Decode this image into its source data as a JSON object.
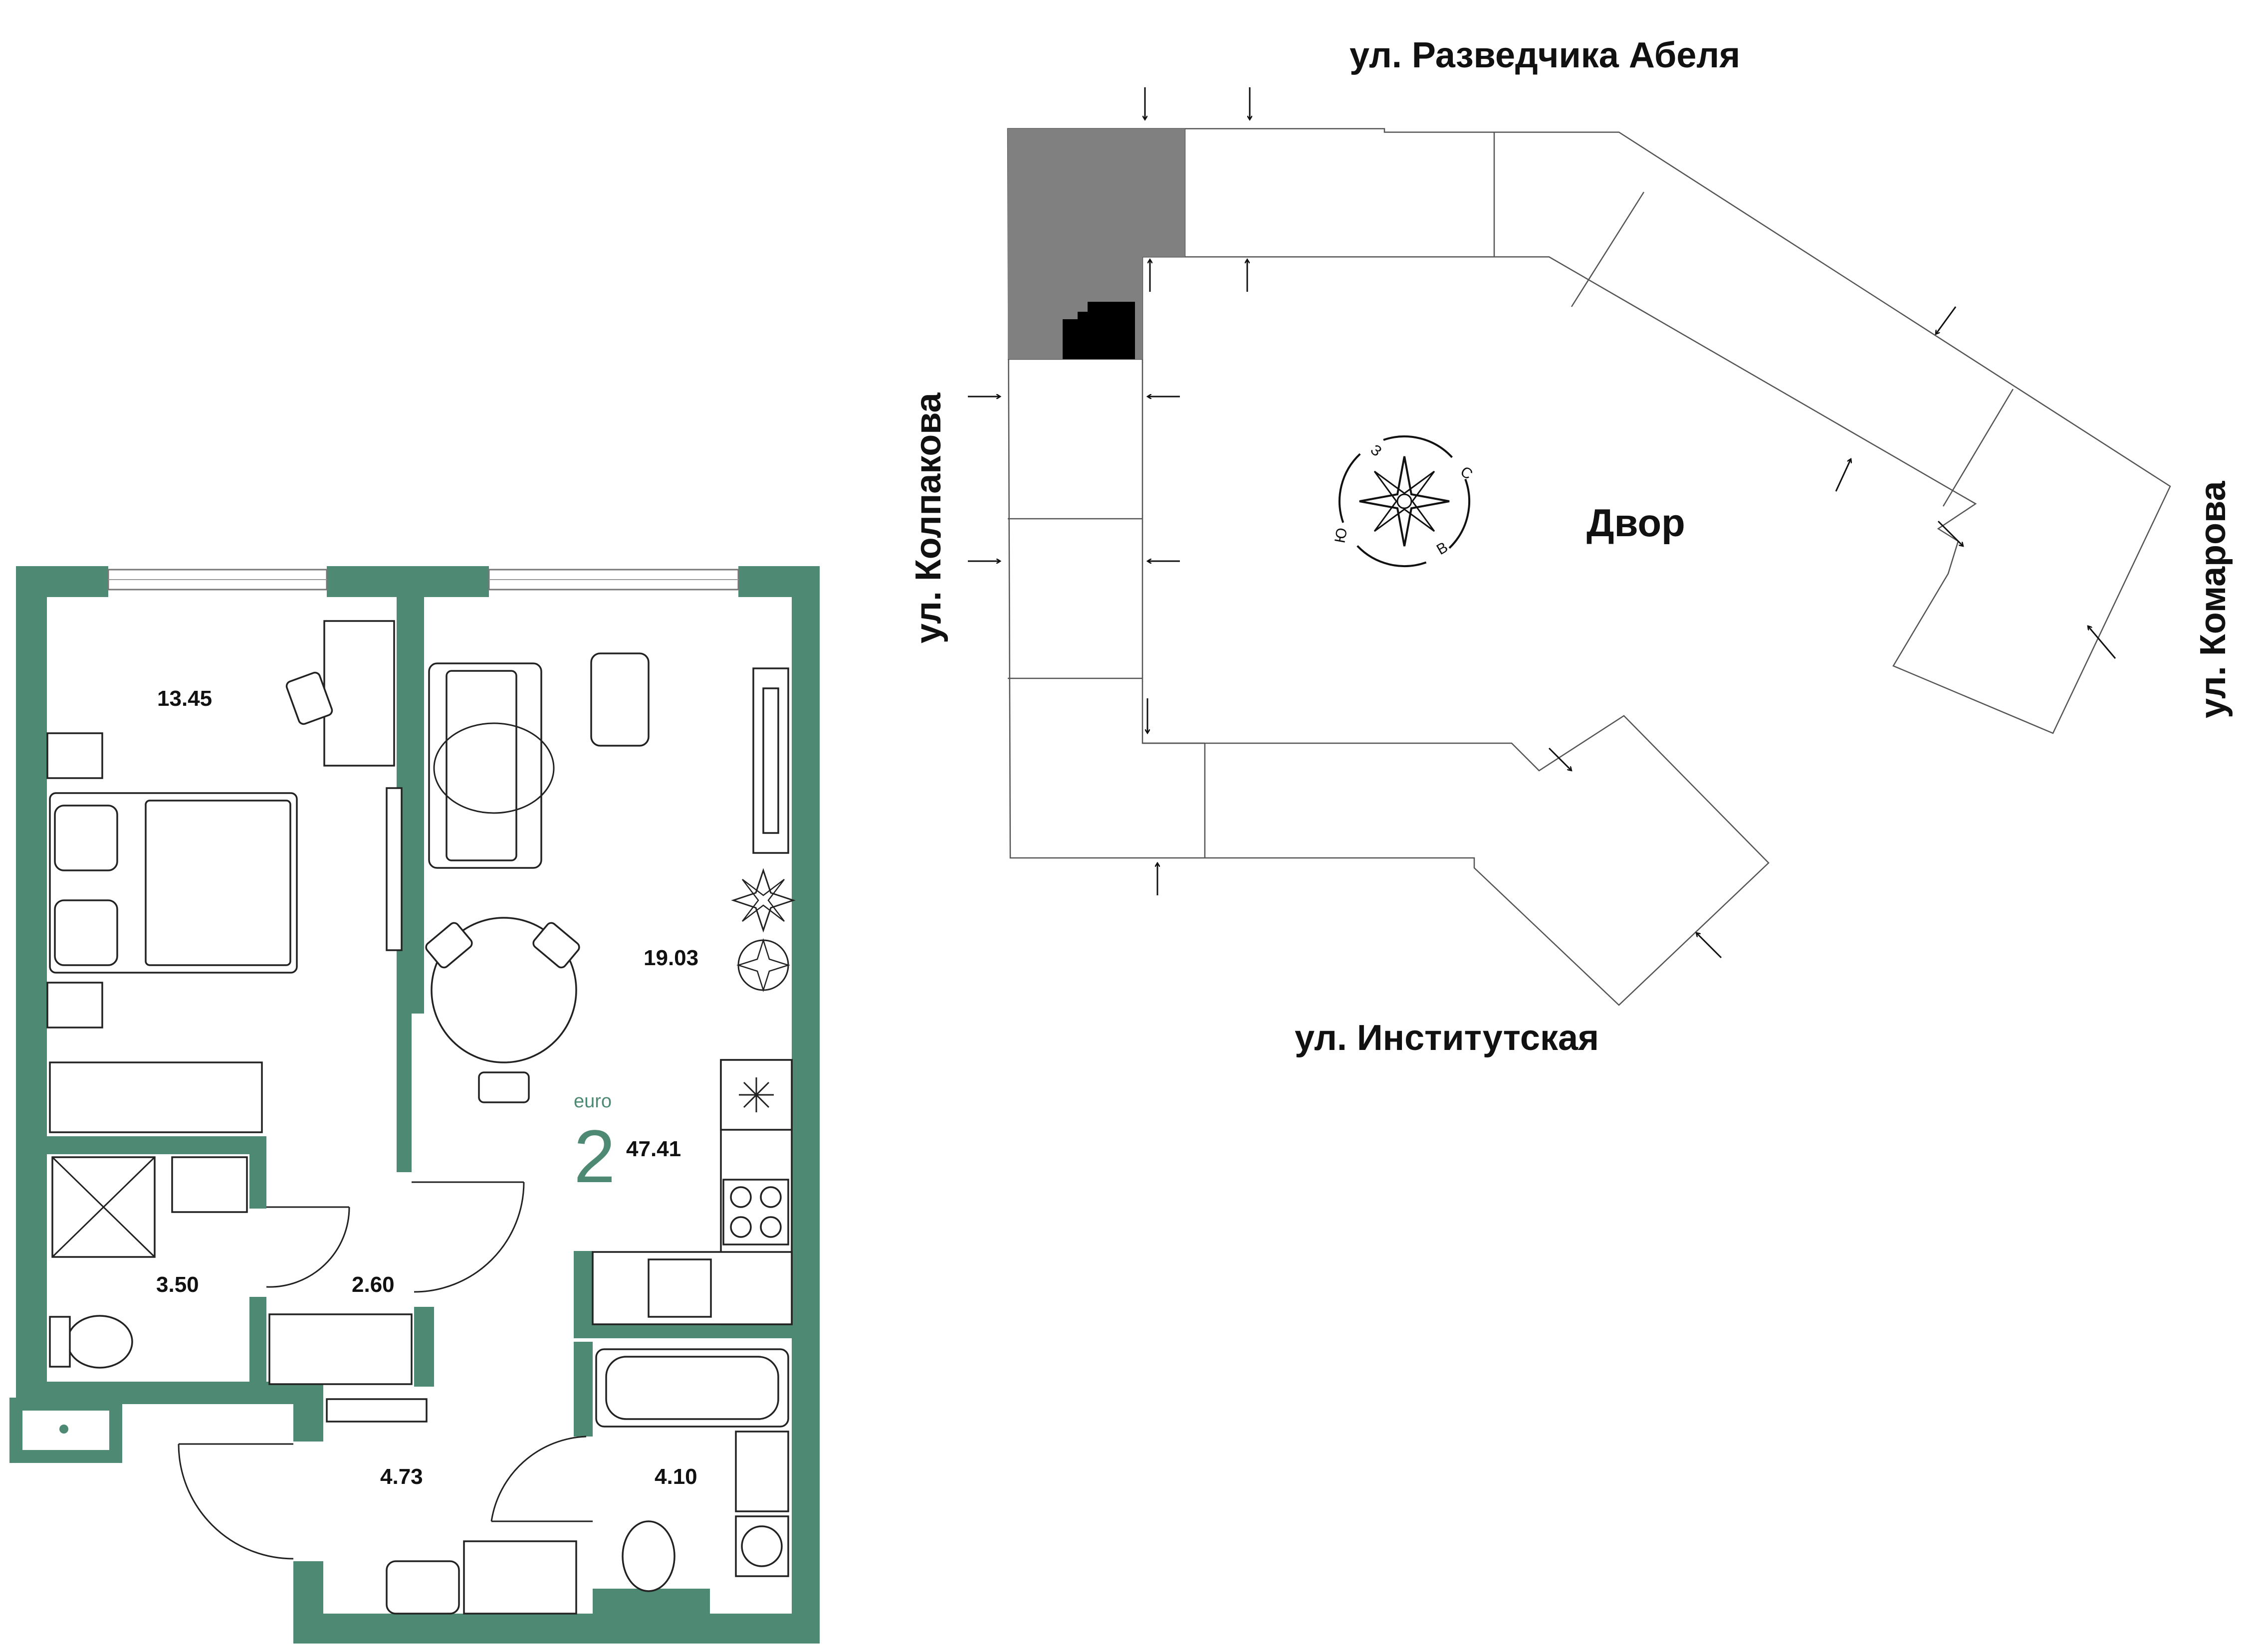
{
  "colors": {
    "wall": "#4e8a73",
    "accent_text": "#4e8a73",
    "section_selected": "#808080",
    "apartment_marker": "#000000",
    "outline": "#555555"
  },
  "apartment": {
    "type_label": "euro",
    "rooms": "2",
    "total_area": "47.41"
  },
  "rooms": [
    {
      "id": "bedroom",
      "area": "13.45"
    },
    {
      "id": "living-kitchen",
      "area": "19.03"
    },
    {
      "id": "shower-bath",
      "area": "3.50"
    },
    {
      "id": "wardrobe",
      "area": "2.60"
    },
    {
      "id": "hall",
      "area": "4.73"
    },
    {
      "id": "bathroom",
      "area": "4.10"
    }
  ],
  "site_plan": {
    "courtyard_label": "Двор",
    "streets": {
      "top": "ул. Разведчика Абеля",
      "left": "ул. Колпакова",
      "right": "ул. Комарова",
      "bottom": "ул. Институтская"
    },
    "compass": {
      "north": "С",
      "east": "В",
      "south": "Ю",
      "west": "З"
    }
  },
  "icons": [
    "compass-rose-icon",
    "entrance-arrow-icon",
    "snowflake-icon",
    "plant-icon"
  ]
}
